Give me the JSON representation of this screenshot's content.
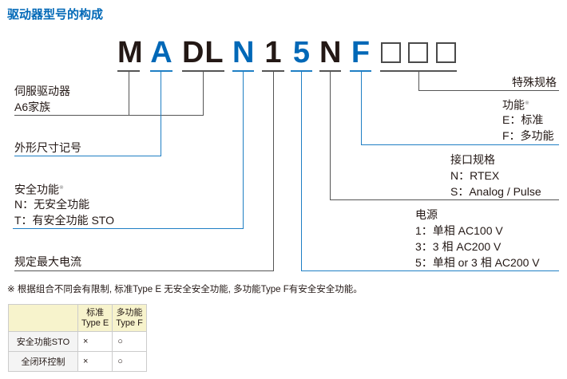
{
  "title": "驱动器型号的构成",
  "model_chars": [
    {
      "c": "M",
      "color": "#231815"
    },
    {
      "c": "A",
      "color": "#0068b7"
    },
    {
      "c": "D",
      "color": "#231815"
    },
    {
      "c": "L",
      "color": "#231815"
    },
    {
      "c": "N",
      "color": "#0068b7"
    },
    {
      "c": "1",
      "color": "#231815"
    },
    {
      "c": "5",
      "color": "#0068b7"
    },
    {
      "c": "N",
      "color": "#231815"
    },
    {
      "c": "F",
      "color": "#0068b7"
    }
  ],
  "labels": {
    "series": [
      "伺服驱动器",
      "A6家族"
    ],
    "frame": "外形尺寸记号",
    "safety": {
      "head": "安全功能",
      "mark": "※",
      "items": [
        "N：无安全功能",
        "T：有安全功能 STO"
      ]
    },
    "current": "规定最大电流",
    "special": "特殊规格",
    "function": {
      "head": "功能",
      "mark": "※",
      "items": [
        "E：标准",
        "F：多功能"
      ]
    },
    "interface": {
      "head": "接口规格",
      "items": [
        "N：RTEX",
        "S：Analog / Pulse"
      ]
    },
    "power": {
      "head": "电源",
      "items": [
        "1：单相 AC100 V",
        "3：3 相 AC200 V",
        "5：单相 or 3 相 AC200 V"
      ]
    }
  },
  "note": "※ 根据组合不同会有限制, 标准Type E 无安全安全功能, 多功能Type F有安全安全功能。",
  "table": {
    "headers": [
      [
        "标准",
        "Type E"
      ],
      [
        "多功能",
        "Type F"
      ]
    ],
    "rows": [
      {
        "label": "安全功能STO",
        "e": "×",
        "f": "○"
      },
      {
        "label": "全闭环控制",
        "e": "×",
        "f": "○"
      }
    ]
  }
}
